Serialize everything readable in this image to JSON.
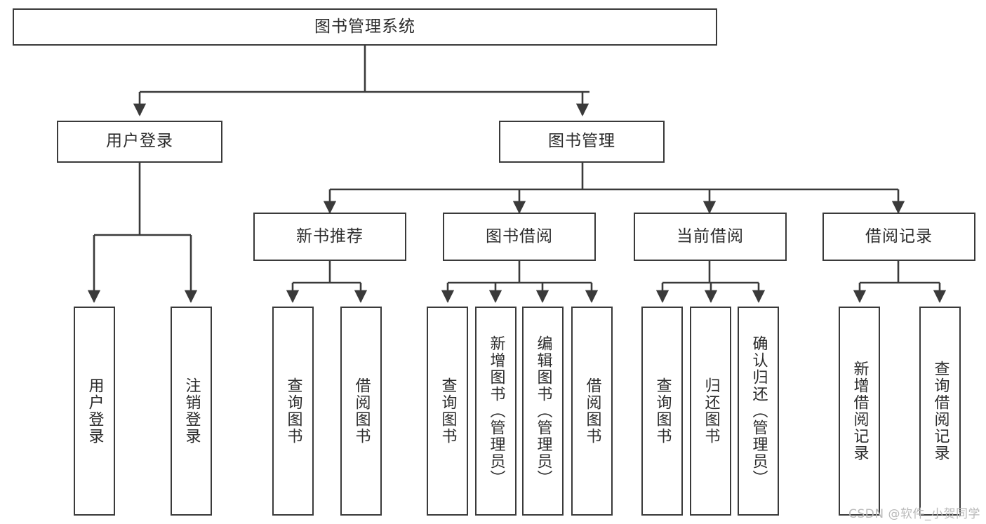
{
  "diagram": {
    "title": "图书管理系统",
    "type": "tree-hierarchy-diagram",
    "stroke_color": "#3a3a3a",
    "fill_color": "#ffffff",
    "text_color": "#2b2b2b"
  },
  "nodes": {
    "root": {
      "label": "图书管理系统"
    },
    "level2": [
      {
        "id": "user-login",
        "label": "用户登录"
      },
      {
        "id": "book-manage",
        "label": "图书管理"
      }
    ],
    "level3": [
      {
        "id": "new-book-recommend",
        "label": "新书推荐"
      },
      {
        "id": "book-borrow",
        "label": "图书借阅"
      },
      {
        "id": "current-borrow",
        "label": "当前借阅"
      },
      {
        "id": "borrow-record",
        "label": "借阅记录"
      }
    ],
    "leaves": {
      "user-login": [
        {
          "id": "leaf-user-login",
          "label": "用户登录"
        },
        {
          "id": "leaf-logout-login",
          "label": "注销登录"
        }
      ],
      "new-book-recommend": [
        {
          "id": "leaf-query-book-1",
          "label": "查询图书"
        },
        {
          "id": "leaf-borrow-book-1",
          "label": "借阅图书"
        }
      ],
      "book-borrow": [
        {
          "id": "leaf-query-book-2",
          "label": "查询图书"
        },
        {
          "id": "leaf-add-book-admin",
          "label": "新增图书（管理员）"
        },
        {
          "id": "leaf-edit-book-admin",
          "label": "编辑图书（管理员）"
        },
        {
          "id": "leaf-borrow-book-2",
          "label": "借阅图书"
        }
      ],
      "current-borrow": [
        {
          "id": "leaf-query-book-3",
          "label": "查询图书"
        },
        {
          "id": "leaf-return-book",
          "label": "归还图书"
        },
        {
          "id": "leaf-confirm-return-admin",
          "label": "确认归还（管理员）"
        }
      ],
      "borrow-record": [
        {
          "id": "leaf-add-borrow-record",
          "label": "新增借阅记录"
        },
        {
          "id": "leaf-query-borrow-record",
          "label": "查询借阅记录"
        }
      ]
    }
  },
  "watermark": {
    "text": "CSDN @软件_小贺同学"
  }
}
